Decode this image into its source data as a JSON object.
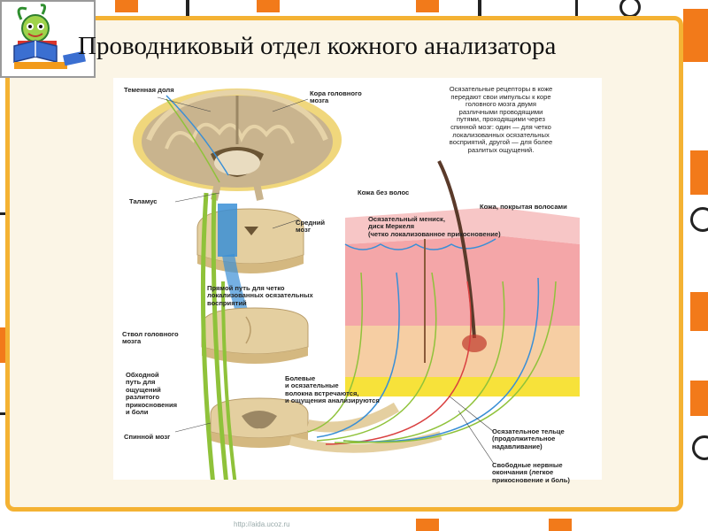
{
  "slide": {
    "title": "Проводниковый отдел кожного анализатора",
    "watermark": "http://aida.ucoz.ru",
    "accent_color": "#f4b233",
    "logo_icon": "reading-child-icon"
  },
  "figure": {
    "labels": {
      "parietal": "Теменная доля",
      "cortex": "Кора головного\nмозга",
      "thalamus": "Таламус",
      "midbrain": "Средний\nмозг",
      "direct_path": "Прямой путь для четко\nлокализованных осязательных\nвосприятий",
      "brainstem": "Ствол головного\nмозга",
      "bypass": "Обходной\nпуть для\nощущений\nразлитого\nприкосновения\nи боли",
      "pain_fibers": "Болевые\nи осязательные\nволокна встречаются,\nи ощущения анализируются",
      "spinal": "Спинной мозг",
      "receptors_note": "Осязательные рецепторы в коже\nпередают свои импульсы к коре\nголовного мозга двумя\nразличными проводящими\nпутями, проходящими через\nспинной мозг: один — для четко\nлокализованных осязательных\nвосприятий, другой — для более\nразлитых ощущений.",
      "hairless_skin": "Кожа без волос",
      "hairy_skin": "Кожа, покрытая волосами",
      "meniscus": "Осязательный мениск,\nдиск Меркеля\n(четко локализованное прикосновение)",
      "corpuscle": "Осязательное тельце\n(продолжительное\nнадавливание)",
      "free_endings": "Свободные нервные\nокончания (легкое\nприкосновение и боль)"
    },
    "colors": {
      "brain_grey": "#c9b48e",
      "brain_fold": "#e6d3a8",
      "skin_pink": "#f4a6a8",
      "fat_yellow": "#f7e23a",
      "nerve_green": "#8fc23a",
      "nerve_blue": "#3a8fd6",
      "nerve_red": "#d94040"
    }
  }
}
